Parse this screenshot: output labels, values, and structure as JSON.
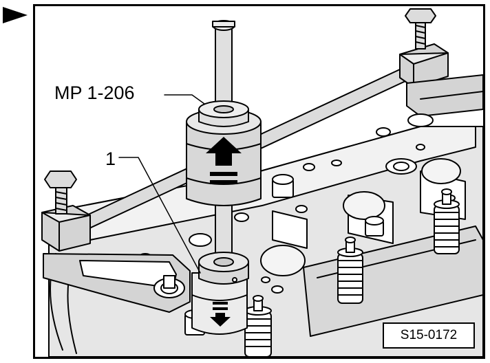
{
  "callouts": {
    "tool_label": "MP 1-206",
    "part_label": "1"
  },
  "figure": {
    "reference_code": "S15-0172"
  },
  "colors": {
    "line": "#000000",
    "tool_fill": "#dcdcdc",
    "part_fill": "#e6e6e6",
    "background": "#ffffff"
  },
  "icons": {
    "pointer": "right-triangle-arrow",
    "arrow_up": "up-arrow",
    "arrow_down": "down-arrow"
  }
}
